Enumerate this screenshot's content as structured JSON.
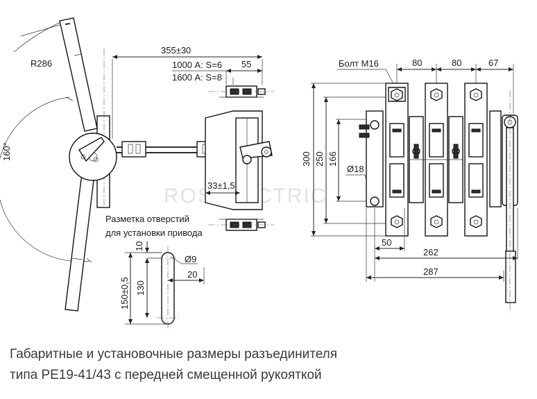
{
  "watermark": "ROSELECTRIC",
  "left_view": {
    "radius_label": "R286",
    "angle_label": "160°",
    "overall_dim": "355±30",
    "spec_1000": "1000 А: S=6",
    "spec_1600": "1600 А: S=8",
    "dim_55": "55",
    "dim_33": "33±1,5",
    "mark_title_line1": "Разметка отверстий",
    "mark_title_line2": "для установки привода",
    "dim_10": "10",
    "dim_hole": "Ø9",
    "dim_20": "20",
    "dim_150": "150±0,5",
    "dim_130": "130"
  },
  "right_view": {
    "bolt_label": "Болт М16",
    "dim_80a": "80",
    "dim_80b": "80",
    "dim_67": "67",
    "dim_300": "300",
    "dim_250": "250",
    "dim_166": "166",
    "dim_hole18": "Ø18",
    "dim_50": "50",
    "dim_262": "262",
    "dim_287": "287"
  },
  "caption": {
    "line1": "Габаритные и установочные размеры разъединителя",
    "line2": "типа РЕ19-41/43 с передней смещенной рукояткой"
  }
}
